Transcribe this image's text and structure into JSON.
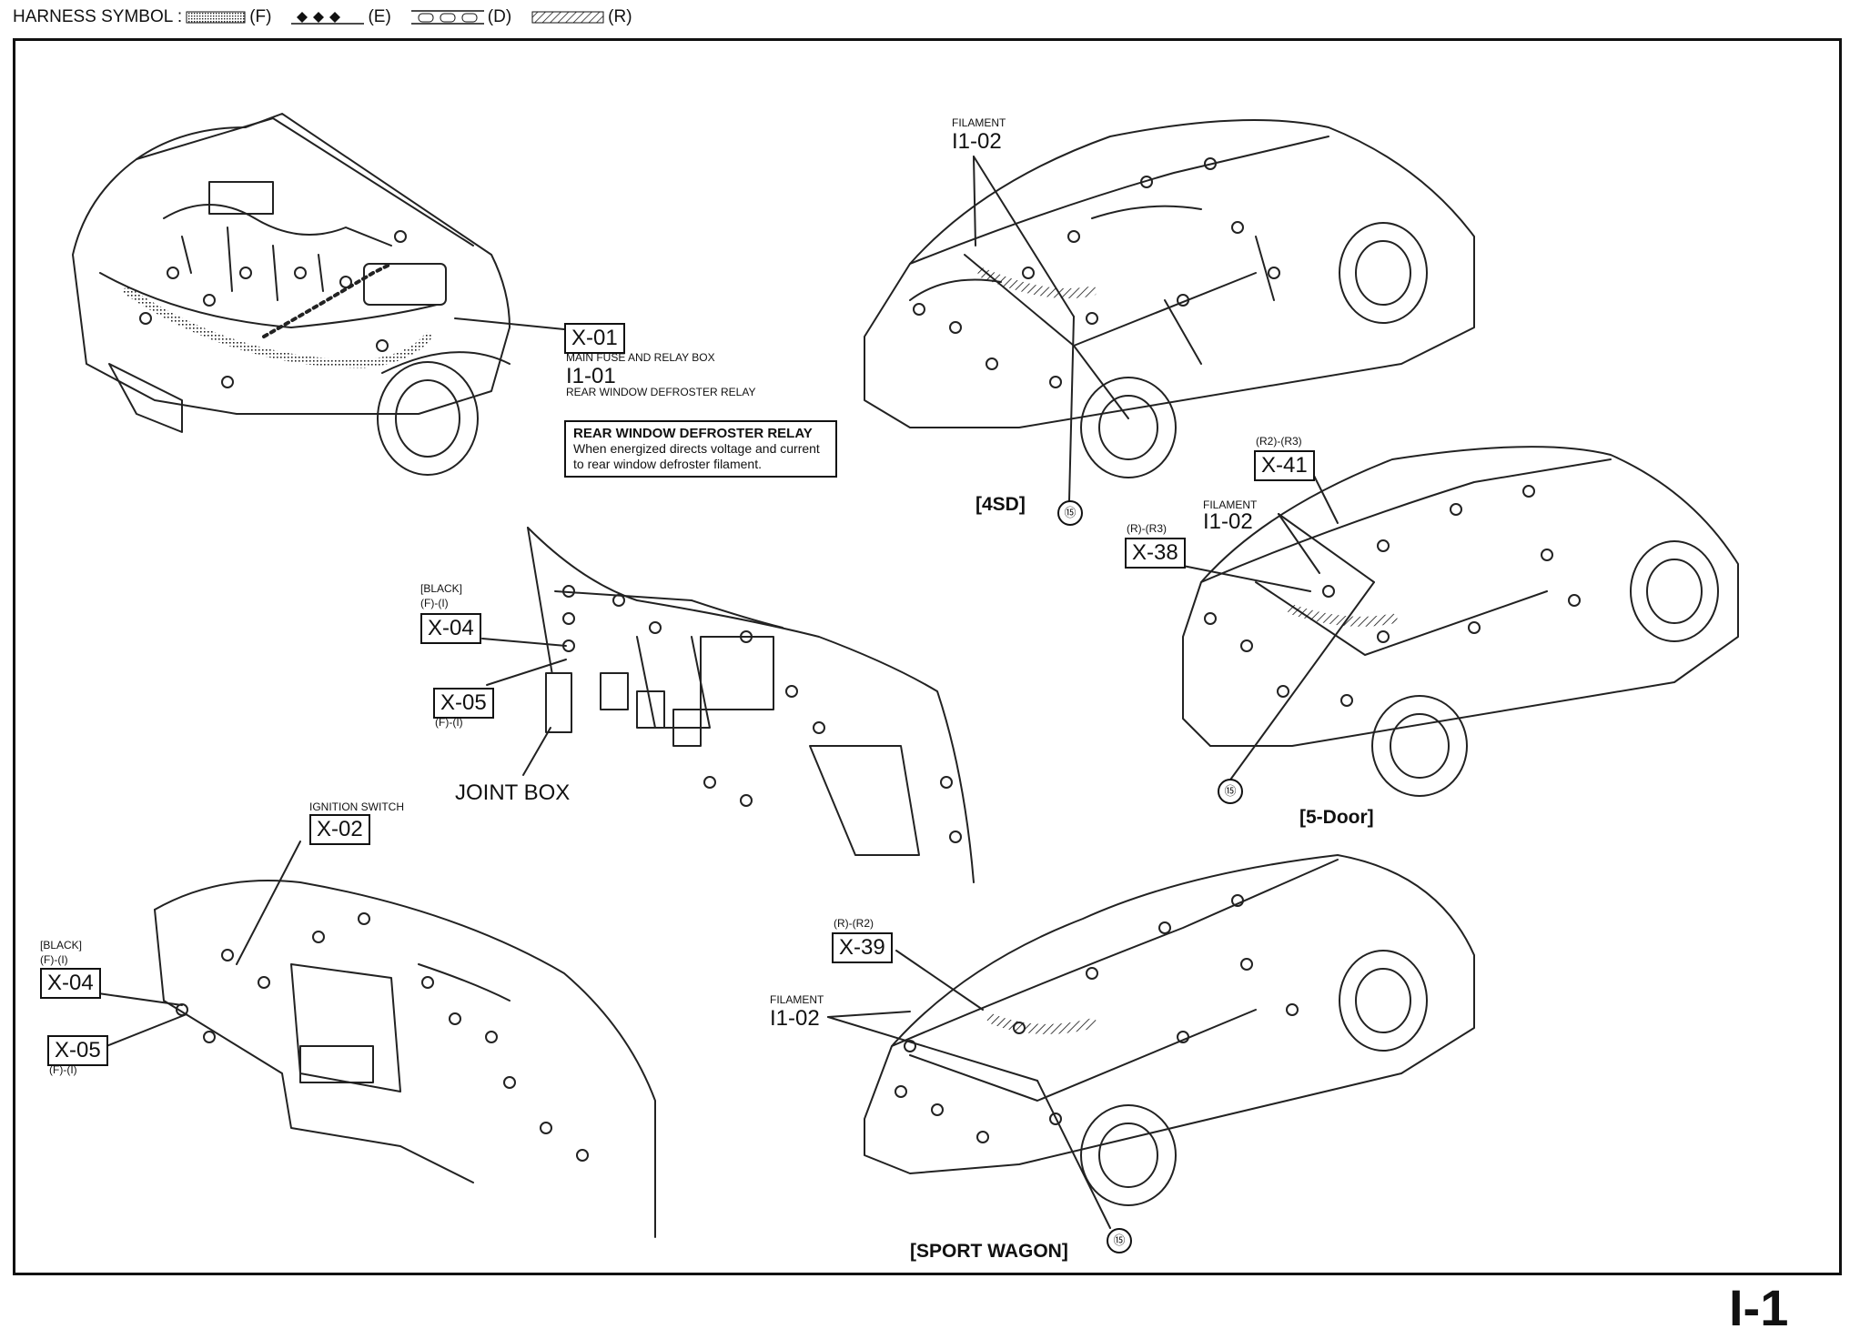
{
  "header": {
    "prefix": "HARNESS SYMBOL :",
    "symbols": [
      {
        "icon": "dotted-band-icon",
        "code": "(F)"
      },
      {
        "icon": "diamond-band-icon",
        "code": "(E)"
      },
      {
        "icon": "circle-band-icon",
        "code": "(D)"
      },
      {
        "icon": "hatched-band-icon",
        "code": "(R)"
      }
    ]
  },
  "engine_bay": {
    "x01": "X-01",
    "x01_desc": "MAIN FUSE AND RELAY BOX",
    "i101": "I1-01",
    "i101_desc": "REAR WINDOW DEFROSTER RELAY",
    "note_title": "REAR WINDOW DEFROSTER RELAY",
    "note_body": "When energized directs voltage and current to rear window defroster filament."
  },
  "sedan": {
    "filament": "FILAMENT",
    "i102": "I1-02",
    "label": "[4SD]",
    "ground": "⑮"
  },
  "five_door": {
    "x41_range": "(R2)-(R3)",
    "x41": "X-41",
    "filament": "FILAMENT",
    "i102": "I1-02",
    "x38_range": "(R)-(R3)",
    "x38": "X-38",
    "label": "[5-Door]",
    "ground": "⑮"
  },
  "dash_upper": {
    "black": "[BLACK]",
    "x04_range": "(F)-(I)",
    "x04": "X-04",
    "x05": "X-05",
    "x05_range": "(F)-(I)",
    "joint_box": "JOINT BOX"
  },
  "dash_lower": {
    "ignition": "IGNITION SWITCH",
    "x02": "X-02",
    "black": "[BLACK]",
    "x04_range": "(F)-(I)",
    "x04": "X-04",
    "x05": "X-05",
    "x05_range": "(F)-(I)"
  },
  "wagon": {
    "x39_range": "(R)-(R2)",
    "x39": "X-39",
    "filament": "FILAMENT",
    "i102": "I1-02",
    "label": "[SPORT WAGON]",
    "ground": "⑮"
  },
  "page_number": "I-1"
}
